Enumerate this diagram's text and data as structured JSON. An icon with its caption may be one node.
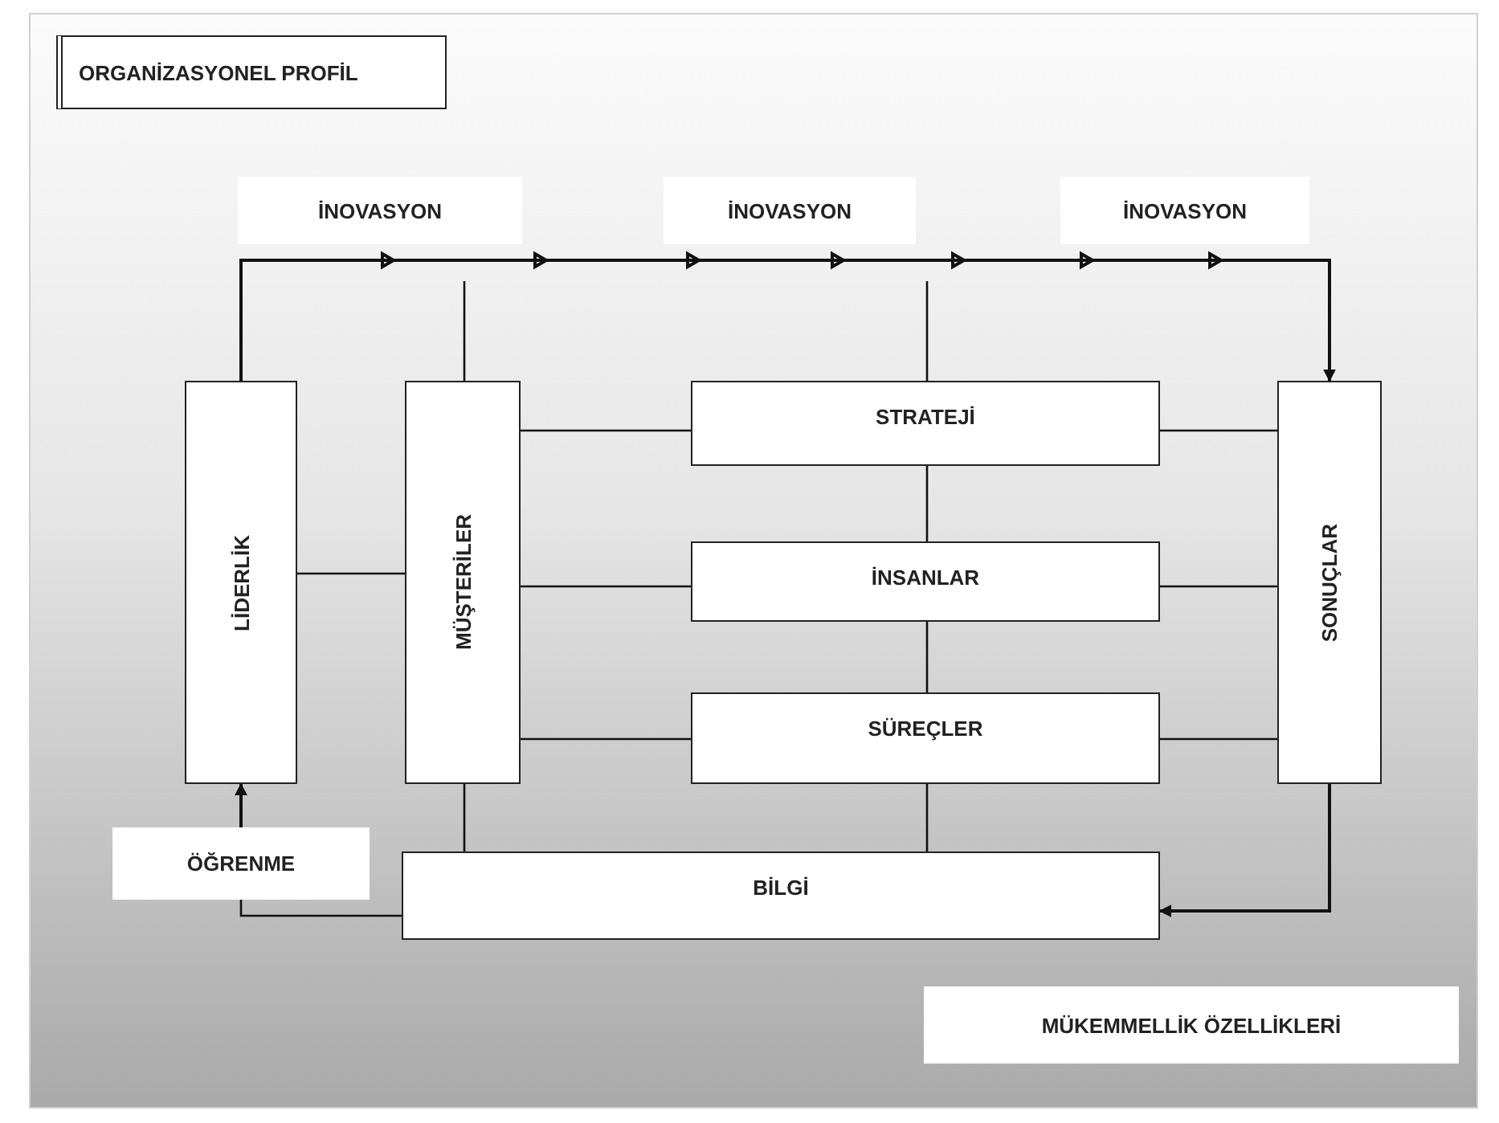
{
  "diagram": {
    "title": "ORGANİZASYONEL PROFİL",
    "nodes": [
      {
        "text": [
          "İNOVASYON"
        ]
      },
      {
        "text": [
          "İNOVASYON"
        ]
      },
      {
        "text": [
          "İNOVASYON"
        ]
      },
      {
        "text": [
          "LİDERLİK"
        ]
      },
      {
        "text": [
          "MÜŞTERİLER"
        ]
      },
      {
        "text": [
          "STRATEJİ"
        ]
      },
      {
        "text": [
          "İNSANLAR"
        ]
      },
      {
        "text": [
          "SÜREÇLER"
        ]
      },
      {
        "text": [
          "SONUÇLAR"
        ]
      },
      {
        "text": [
          "ÖĞRENME"
        ]
      },
      {
        "text": [
          "BİLGİ"
        ]
      },
      {
        "text": [
          "MÜKEMMELLİK ÖZELLİKLERİ"
        ]
      }
    ],
    "edges": [
      {
        "from": 3,
        "to": 8,
        "arrow": "to"
      },
      {
        "from": 8,
        "to": 10,
        "arrow": "to"
      },
      {
        "from": 10,
        "to": 9,
        "arrow": "none"
      },
      {
        "from": 3,
        "to": 4,
        "arrow": "none"
      },
      {
        "from": 4,
        "to": 5,
        "arrow": "none"
      },
      {
        "from": 4,
        "to": 6,
        "arrow": "none"
      },
      {
        "from": 4,
        "to": 7,
        "arrow": "none"
      },
      {
        "from": 5,
        "to": 8,
        "arrow": "none"
      },
      {
        "from": 6,
        "to": 8,
        "arrow": "none"
      },
      {
        "from": 7,
        "to": 8,
        "arrow": "none"
      },
      {
        "from": 5,
        "to": 6,
        "arrow": "none"
      },
      {
        "from": 6,
        "to": 7,
        "arrow": "none"
      },
      {
        "from": 4,
        "to": 10,
        "arrow": "none"
      },
      {
        "from": 7,
        "to": 10,
        "arrow": "none"
      },
      {
        "from": null,
        "to": 4,
        "arrow": "none"
      },
      {
        "from": null,
        "to": 5,
        "arrow": "none"
      },
      {
        "from": 9,
        "to": 3,
        "arrow": "to"
      }
    ]
  }
}
